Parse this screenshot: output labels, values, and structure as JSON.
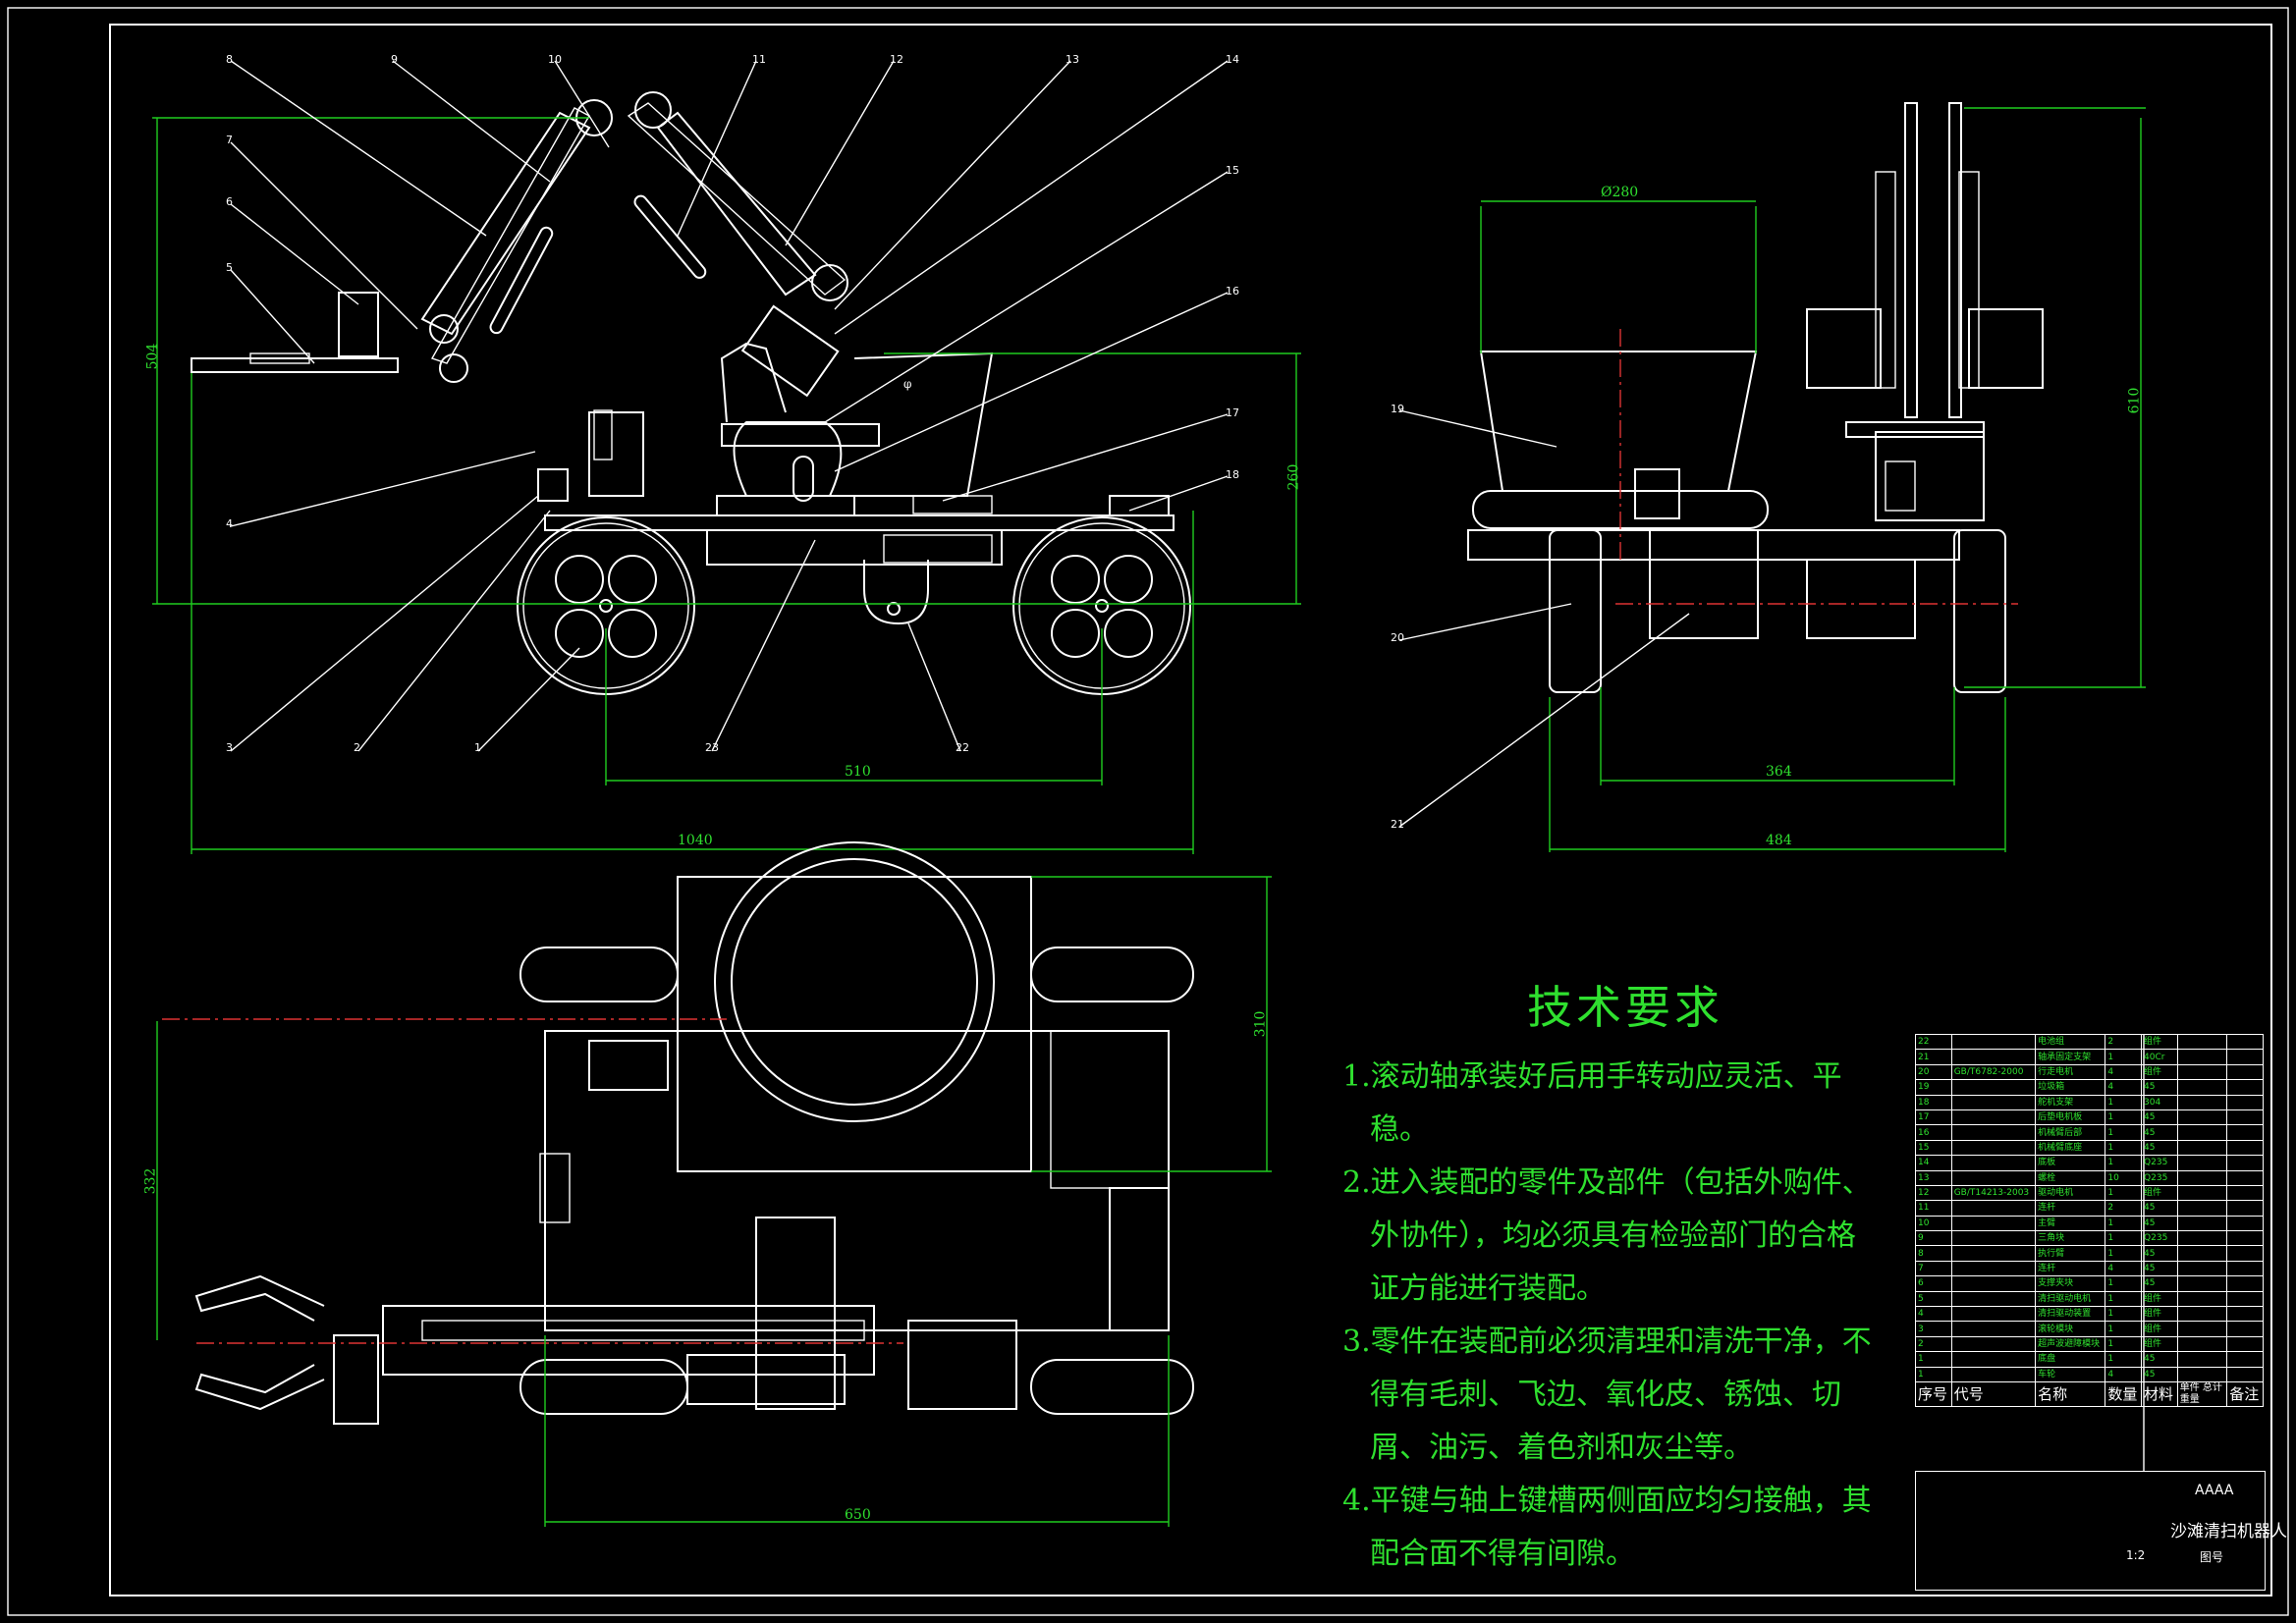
{
  "dimensions": {
    "front_height": "504",
    "front_height_right": "260",
    "wheelbase": "510",
    "overall_length": "1040",
    "bin_diameter": "Ø280",
    "side_height": "610",
    "track_inner": "364",
    "track_outer": "484",
    "top_height": "310",
    "top_width": "332",
    "top_length": "650"
  },
  "balloons": [
    "1",
    "2",
    "3",
    "4",
    "5",
    "6",
    "7",
    "8",
    "9",
    "10",
    "11",
    "12",
    "13",
    "14",
    "15",
    "16",
    "17",
    "18",
    "19",
    "20",
    "21",
    "22",
    "23"
  ],
  "notes": {
    "title": "技术要求",
    "items": [
      "1.滚动轴承装好后用手转动应灵活、平稳。",
      "2.进入装配的零件及部件（包括外购件、外协件），均必须具有检验部门的合格证方能进行装配。",
      "3.零件在装配前必须清理和清洗干净，不得有毛刺、飞边、氧化皮、锈蚀、切屑、油污、着色剂和灰尘等。",
      "4.平键与轴上键槽两侧面应均匀接触，其配合面不得有间隙。"
    ]
  },
  "bom": {
    "headers": [
      "序号",
      "代号",
      "名称",
      "数量",
      "材料",
      "单件",
      "总计",
      "备注"
    ],
    "weight_header": "重量",
    "rows": [
      [
        "22",
        "",
        "电池组",
        "2",
        "组件"
      ],
      [
        "21",
        "",
        "轴承固定支架",
        "1",
        "40Cr"
      ],
      [
        "20",
        "GB/T6782-2000",
        "行走电机",
        "4",
        "组件"
      ],
      [
        "19",
        "",
        "垃圾箱",
        "4",
        "45"
      ],
      [
        "18",
        "",
        "舵机支架",
        "1",
        "304"
      ],
      [
        "17",
        "",
        "后垫电机板",
        "1",
        "45"
      ],
      [
        "16",
        "",
        "机械臂后部",
        "1",
        "45"
      ],
      [
        "15",
        "",
        "机械臂底座",
        "1",
        "45"
      ],
      [
        "14",
        "",
        "底板",
        "1",
        "Q235"
      ],
      [
        "13",
        "",
        "螺栓",
        "10",
        "Q235"
      ],
      [
        "12",
        "GB/T14213-2003",
        "驱动电机",
        "1",
        "组件"
      ],
      [
        "11",
        "",
        "连杆",
        "2",
        "45"
      ],
      [
        "10",
        "",
        "主臂",
        "1",
        "45"
      ],
      [
        "9",
        "",
        "三角块",
        "1",
        "Q235"
      ],
      [
        "8",
        "",
        "执行臂",
        "1",
        "45"
      ],
      [
        "7",
        "",
        "连杆",
        "4",
        "45"
      ],
      [
        "6",
        "",
        "支撑夹块",
        "1",
        "45"
      ],
      [
        "5",
        "",
        "清扫驱动电机",
        "1",
        "组件"
      ],
      [
        "4",
        "",
        "清扫驱动装置",
        "1",
        "组件"
      ],
      [
        "3",
        "",
        "滚轮模块",
        "1",
        "组件"
      ],
      [
        "2",
        "",
        "超声波避障模块",
        "1",
        "组件"
      ],
      [
        "1",
        "",
        "底盘",
        "1",
        "45"
      ],
      [
        "1",
        "",
        "车轮",
        "4",
        "45"
      ]
    ]
  },
  "title_block": {
    "code": "AAAA",
    "name": "沙滩清扫机器人",
    "scale": "1:2",
    "drawing_no": "图号"
  },
  "colors": {
    "background": "#000000",
    "outline": "#ffffff",
    "dimension": "#1fcc1f",
    "centerline": "#d33333"
  }
}
